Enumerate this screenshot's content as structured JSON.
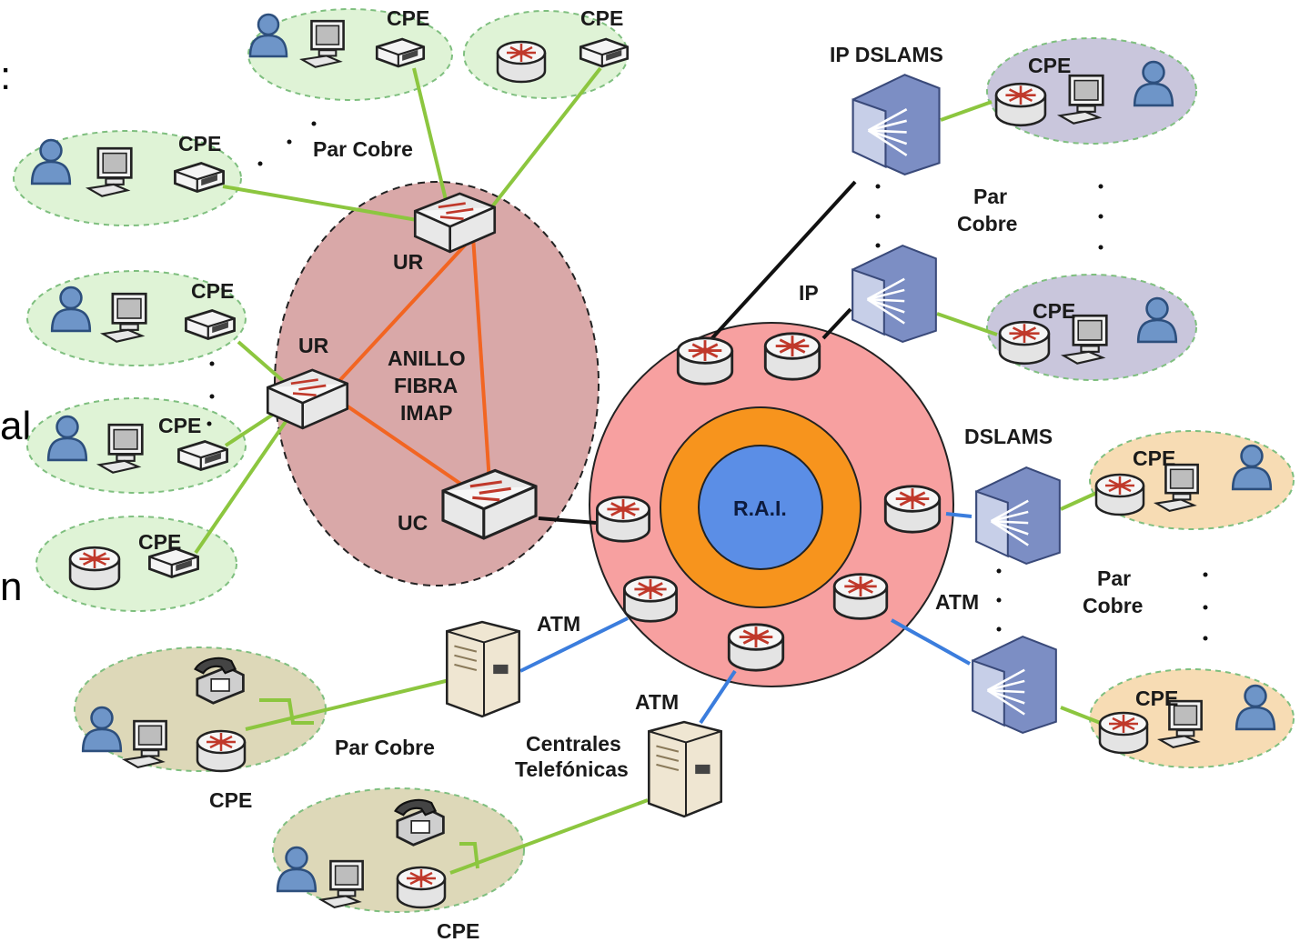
{
  "slide_fragments": {
    "colon": ":",
    "word_end_1": "al",
    "word_end_2": "n"
  },
  "labels": {
    "cpe": "CPE",
    "par_cobre": "Par Cobre",
    "par": "Par",
    "cobre": "Cobre",
    "ur": "UR",
    "uc": "UC",
    "anillo": "ANILLO",
    "fibra": "FIBRA",
    "imap": "IMAP",
    "rai": "R.A.I.",
    "ip_dslams": "IP DSLAMS",
    "ip": "IP",
    "dslams": "DSLAMS",
    "atm": "ATM",
    "centrales": "Centrales",
    "telefonicas": "Telefónicas"
  },
  "colors": {
    "green_link": "#8cc63f",
    "orange_link": "#f26522",
    "blue_link": "#3b7ddd",
    "black_link": "#111111",
    "ring_pink": "#f7a0a0",
    "ring_orange": "#f7941d",
    "core_blue": "#5b8ee6",
    "anillo_fill": "#d9a8a8",
    "cloud_green": "#dff3d6",
    "cloud_lilac": "#c9c6dc",
    "cloud_peach": "#f7dcb4",
    "cloud_olive": "#ddd8b8",
    "dslam_blue": "#6d7fb8"
  },
  "icons": [
    "user-icon",
    "computer-icon",
    "modem-icon",
    "router-icon",
    "switch-icon",
    "dslam-icon",
    "phone-icon",
    "exchange-server-icon"
  ]
}
